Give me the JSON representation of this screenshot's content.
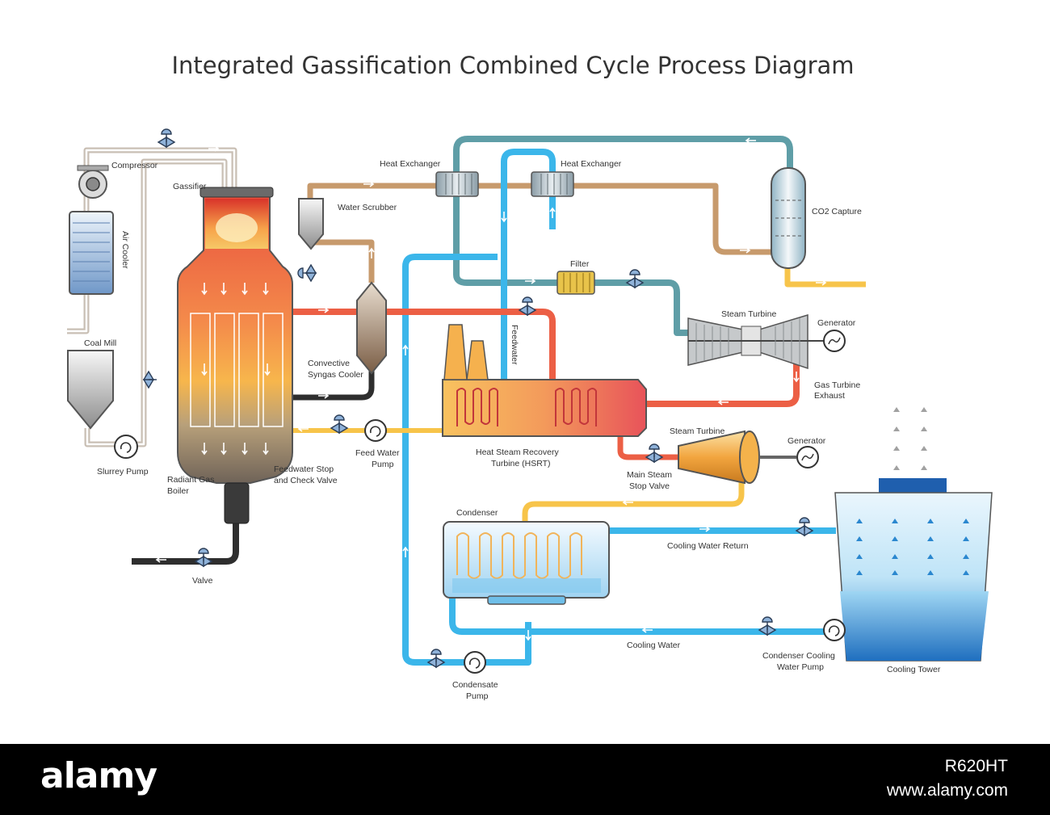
{
  "title": "Integrated Gassification Combined Cycle Process Diagram",
  "labels": {
    "compressor": "Compressor",
    "gassifier": "Gassifier",
    "air_cooler": "Air Cooler",
    "coal_mill": "Coal Mill",
    "slurrey_pump": "Slurrey Pump",
    "radiant_gas_boiler_1": "Radiant Gas",
    "radiant_gas_boiler_2": "Boiler",
    "valve": "Valve",
    "water_scrubber": "Water Scrubber",
    "convective_syngas_cooler_1": "Convective",
    "convective_syngas_cooler_2": "Syngas Cooler",
    "feedwater_stop_1": "Feedwater Stop",
    "feedwater_stop_2": "and Check Valve",
    "feed_water_pump_1": "Feed Water",
    "feed_water_pump_2": "Pump",
    "heat_exchanger_left": "Heat Exchanger",
    "heat_exchanger_right": "Heat Exchanger",
    "feedwater": "Feedwater",
    "filter": "Filter",
    "co2_capture": "CO2 Capture",
    "steam_turbine_top": "Steam Turbine",
    "generator_top": "Generator",
    "gas_turbine_exhaust_1": "Gas Turbine",
    "gas_turbine_exhaust_2": "Exhaust",
    "hsrt_1": "Heat Steam Recovery",
    "hsrt_2": "Turbine (HSRT)",
    "steam_turbine_bottom": "Steam Turbine",
    "generator_bottom": "Generator",
    "main_steam_1": "Main Steam",
    "main_steam_2": "Stop Valve",
    "condenser": "Condenser",
    "cooling_water_return": "Cooling Water Return",
    "cooling_water": "Cooling Water",
    "condenser_cooling_pump_1": "Condenser Cooling",
    "condenser_cooling_pump_2": "Water Pump",
    "condensate_pump_1": "Condensate",
    "condensate_pump_2": "Pump",
    "cooling_tower": "Cooling Tower"
  },
  "footer": {
    "logo": "alamy",
    "image_code": "R620HT",
    "url": "www.alamy.com"
  },
  "colors": {
    "gas_pipe": "#c9bfb4",
    "syngas_pipe": "#c79a6c",
    "teal_pipe": "#5f9ea7",
    "water_pipe": "#3bb6ea",
    "hot_pipe": "#ec5f45",
    "steam_pipe": "#f7c44a",
    "ash_pipe": "#2e2e2e"
  }
}
